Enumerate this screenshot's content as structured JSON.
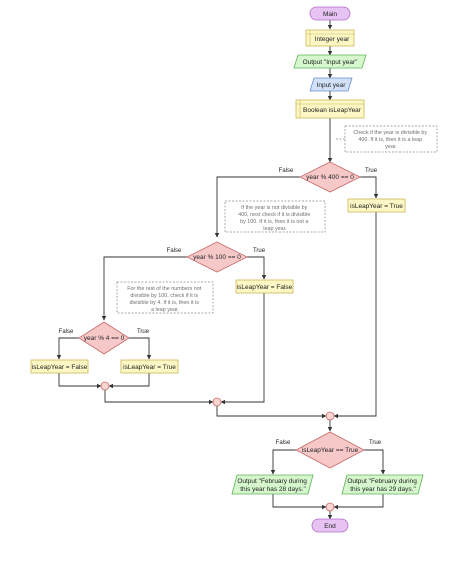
{
  "colors": {
    "terminal_fill": "#e6c3f2",
    "terminal_stroke": "#b46cc9",
    "decl_fill": "#fcf7c4",
    "decl_stroke": "#c9b754",
    "output_fill": "#d6f7cd",
    "output_stroke": "#5fb25a",
    "input_fill": "#d2e1f8",
    "input_stroke": "#6a8fd0",
    "decision_fill": "#f6c8c8",
    "decision_stroke": "#c86a6a",
    "connector_fill": "#fbd4d4",
    "connector_stroke": "#c86a6a",
    "edge": "#333333",
    "comment_border": "#8a8a8a",
    "comment_text": "#707070"
  },
  "nodes": {
    "main": "Main",
    "declare_year": "Integer year",
    "output_prompt": "Output \"Input year\"",
    "input_year": "Input year",
    "declare_leap": "Boolean isLeapYear",
    "decision_400": "year % 400 == 0",
    "assign_true_400": "isLeapYear = True",
    "decision_100": "year % 100 == 0",
    "assign_false_100": "isLeapYear = False",
    "decision_4": "year % 4 == 0",
    "assign_false_4": "isLeapYear = False",
    "assign_true_4": "isLeapYear = True",
    "decision_leap": "isLeapYear == True",
    "output_28": [
      "Output \"February during",
      "this year has 28 days.\""
    ],
    "output_29": [
      "Output \"February during",
      "this year has 29 days.\""
    ],
    "end": "End"
  },
  "comments": {
    "c400": [
      "Check if the year is divisible by",
      "400. If it is, then it is a leap",
      "year."
    ],
    "c100": [
      "If the year is not divisible by",
      "400, next check if it is divisible",
      "by 100. If it is, then it is not a",
      "leap year."
    ],
    "c4": [
      "For the rest of the numbers not",
      "divisible by 100, check if it is",
      "divisible by 4. If it is, then it is",
      "a leap year."
    ]
  },
  "labels": {
    "d400_false": "False",
    "d400_true": "True",
    "d100_false": "False",
    "d100_true": "True",
    "d4_false": "False",
    "d4_true": "True",
    "dleap_false": "False",
    "dleap_true": "True"
  }
}
